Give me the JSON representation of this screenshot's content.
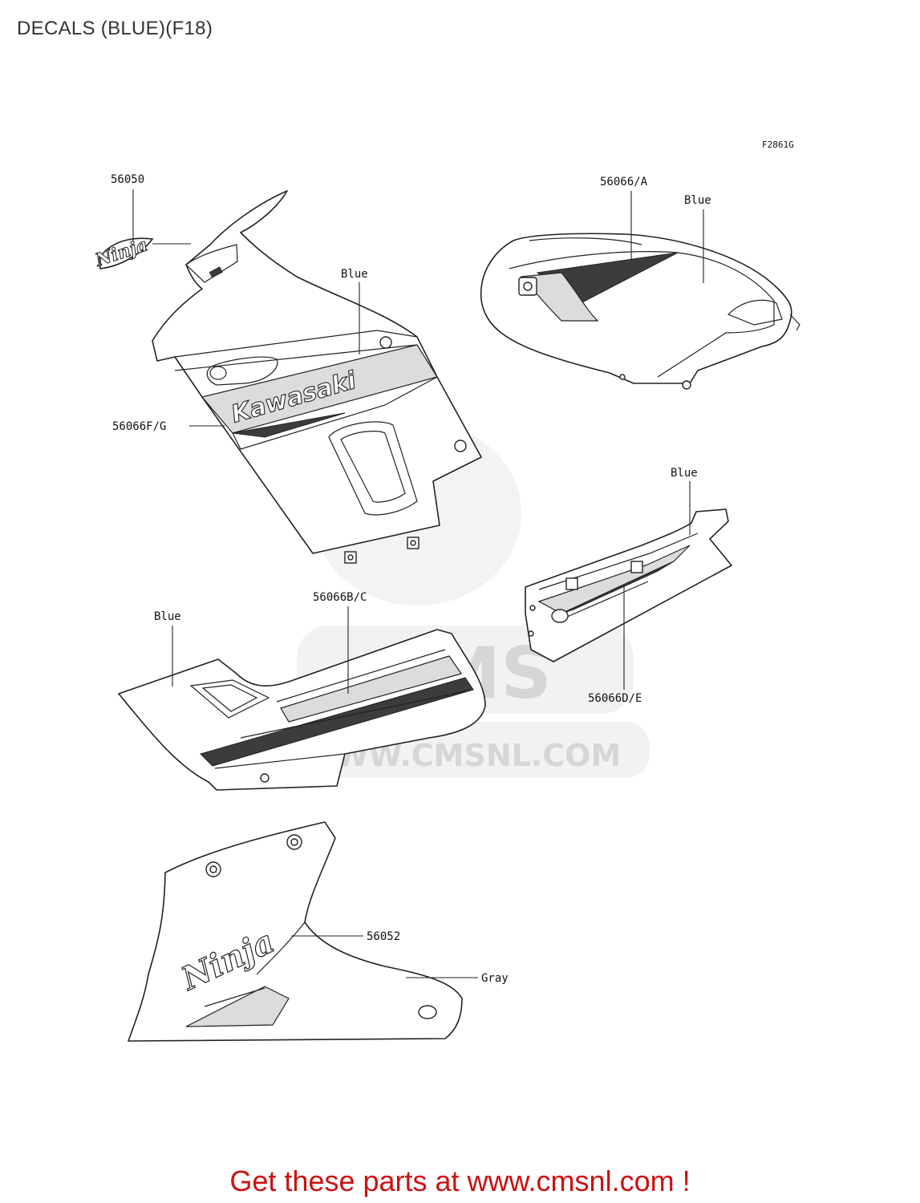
{
  "header": {
    "title": "DECALS (BLUE)(F18)"
  },
  "diagram": {
    "figure_code": "F2861G",
    "labels": {
      "p56050": "56050",
      "p56066A": "56066/A",
      "p56066FG": "56066F/G",
      "p56066BC": "56066B/C",
      "p56066DE": "56066D/E",
      "p56052": "56052",
      "blue_tank": "Blue",
      "blue_upper": "Blue",
      "blue_side": "Blue",
      "blue_lower": "Blue",
      "gray_under": "Gray"
    },
    "decal_text": {
      "kawasaki": "Kawasaki"
    }
  },
  "watermark": {
    "text": "WWW.CMSNL.COM",
    "logo": "CMS"
  },
  "footer": {
    "link_text": "Get these parts at www.cmsnl.com !"
  },
  "colors": {
    "footer_link": "#cc1111",
    "title": "#333333"
  }
}
